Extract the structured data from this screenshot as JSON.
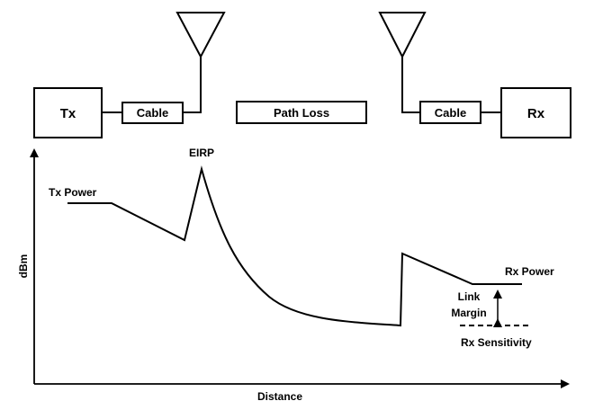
{
  "colors": {
    "stroke": "#000000",
    "background": "#ffffff"
  },
  "blocks": {
    "tx": "Tx",
    "rx": "Rx",
    "cable_left": "Cable",
    "cable_right": "Cable",
    "path_loss": "Path Loss"
  },
  "icons": {
    "left_antenna": "antenna-icon",
    "right_antenna": "antenna-icon"
  },
  "plot": {
    "y_axis_label": "dBm",
    "x_axis_label": "Distance",
    "labels": {
      "tx_power": "Tx Power",
      "eirp": "EIRP",
      "rx_power": "Rx Power",
      "link_margin_line1": "Link",
      "link_margin_line2": "Margin",
      "rx_sensitivity": "Rx Sensitivity"
    }
  }
}
